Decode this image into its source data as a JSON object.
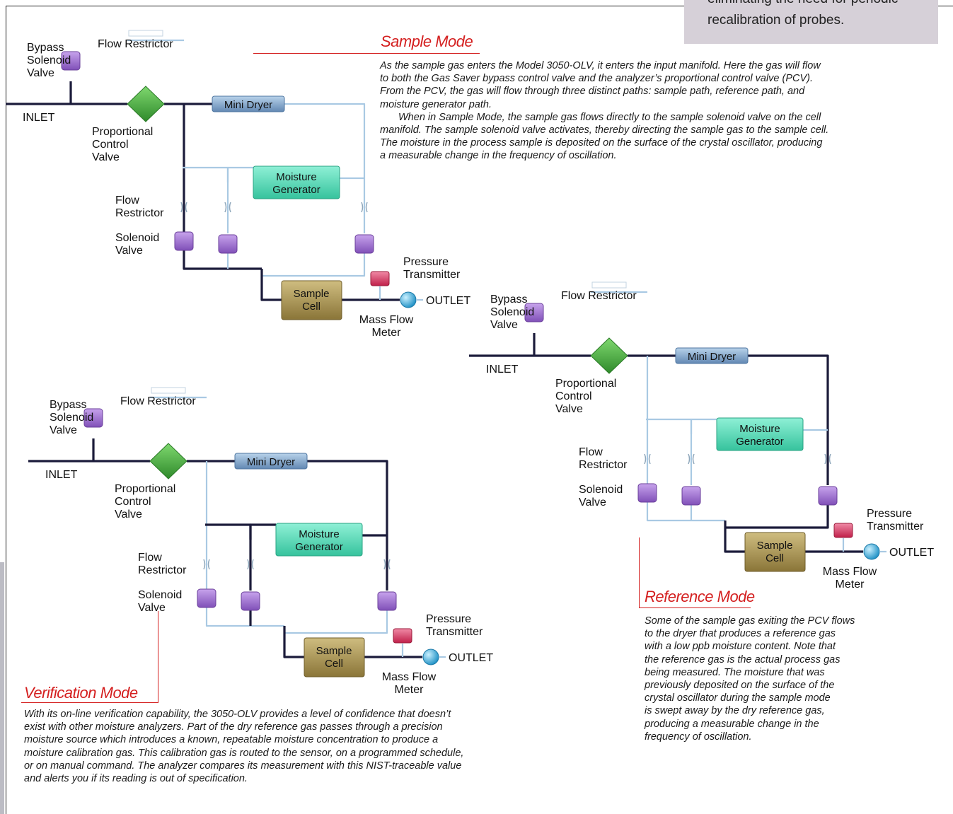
{
  "callout": {
    "line1": "eliminating the need for periodic",
    "line2": "recalibration of probes."
  },
  "labels": {
    "bypass_solenoid_valve": [
      "Bypass",
      "Solenoid",
      "Valve"
    ],
    "flow_restrictor_top": "Flow Restrictor",
    "inlet": "INLET",
    "proportional_control_valve": [
      "Proportional",
      "Control",
      "Valve"
    ],
    "mini_dryer": "Mini Dryer",
    "moisture_generator": [
      "Moisture",
      "Generator"
    ],
    "flow_restrictor_side": [
      "Flow",
      "Restrictor"
    ],
    "solenoid_valve": [
      "Solenoid",
      "Valve"
    ],
    "pressure_transmitter": [
      "Pressure",
      "Transmitter"
    ],
    "sample_cell": [
      "Sample",
      "Cell"
    ],
    "outlet": "OUTLET",
    "mass_flow_meter": [
      "Mass Flow",
      "Meter"
    ]
  },
  "sample_mode": {
    "title": "Sample Mode",
    "paragraph_lines": [
      "As the sample gas enters the Model 3050-OLV, it enters the input manifold. Here the gas will flow",
      "to both the Gas Saver bypass control valve and the analyzer’s proportional control valve (PCV).",
      "From the PCV, the gas will flow through three distinct paths: sample path, reference path, and",
      "moisture generator path.",
      "When in Sample Mode, the sample gas flows directly to the sample solenoid valve on the cell",
      "manifold. The sample solenoid valve activates, thereby directing the sample gas to the sample cell.",
      "The moisture in the process sample is deposited on the surface of the crystal oscillator, producing",
      "a measurable change in the frequency of oscillation."
    ]
  },
  "reference_mode": {
    "title": "Reference Mode",
    "paragraph_lines": [
      "Some of the sample gas exiting the PCV flows",
      "to the dryer that produces a reference gas",
      "with a low ppb moisture content. Note that",
      "the reference gas is the actual process gas",
      "being measured. The moisture that was",
      "previously deposited on the surface of the",
      "crystal oscillator during the sample mode",
      "is swept away by the dry reference gas,",
      "producing a measurable change in the",
      "frequency of oscillation."
    ]
  },
  "verification_mode": {
    "title": "Verification Mode",
    "paragraph_lines": [
      "With its on-line verification capability, the 3050-OLV provides a level of confidence that doesn’t",
      "exist with other moisture analyzers.  Part of the dry reference gas passes through a precision",
      "moisture source which introduces a known, repeatable moisture concentration to produce a",
      "moisture calibration gas. This calibration gas is routed to the sensor, on a programmed schedule,",
      "or on manual command. The analyzer compares its measurement with this NIST-traceable value",
      "and alerts you if its reading is out of specification."
    ]
  },
  "colors": {
    "accent_red": "#d41f1f",
    "pipe_light": "#a9c9e3",
    "pipe_active": "#1b1b3a",
    "valve_purple": "#9b66cc",
    "pcv_green": "#3fa33a",
    "dryer_blue": "#7da3c8",
    "generator_teal": "#55d9b8",
    "sample_cell_tan": "#a89454",
    "pressure_red": "#d6345a",
    "flow_meter_cyan": "#2aa8d8"
  }
}
